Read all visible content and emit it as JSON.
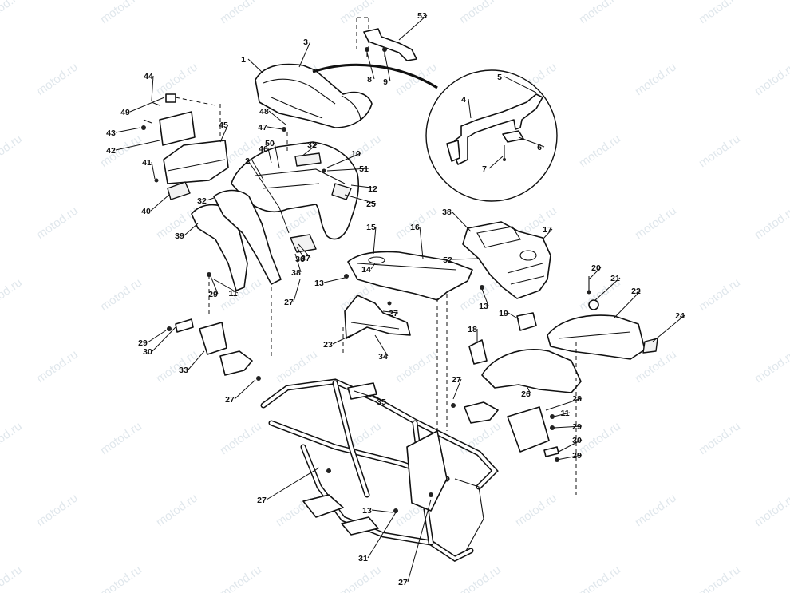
{
  "watermark": "motod.ru",
  "callouts": [
    {
      "n": "1"
    },
    {
      "n": "2"
    },
    {
      "n": "3"
    },
    {
      "n": "4"
    },
    {
      "n": "5"
    },
    {
      "n": "6"
    },
    {
      "n": "7"
    },
    {
      "n": "8"
    },
    {
      "n": "9"
    },
    {
      "n": "10"
    },
    {
      "n": "11"
    },
    {
      "n": "11"
    },
    {
      "n": "12"
    },
    {
      "n": "13"
    },
    {
      "n": "13"
    },
    {
      "n": "13"
    },
    {
      "n": "14"
    },
    {
      "n": "15"
    },
    {
      "n": "16"
    },
    {
      "n": "17"
    },
    {
      "n": "18"
    },
    {
      "n": "19"
    },
    {
      "n": "20"
    },
    {
      "n": "21"
    },
    {
      "n": "22"
    },
    {
      "n": "23"
    },
    {
      "n": "24"
    },
    {
      "n": "25"
    },
    {
      "n": "26"
    },
    {
      "n": "27"
    },
    {
      "n": "27"
    },
    {
      "n": "27"
    },
    {
      "n": "27"
    },
    {
      "n": "27"
    },
    {
      "n": "27"
    },
    {
      "n": "28"
    },
    {
      "n": "29"
    },
    {
      "n": "29"
    },
    {
      "n": "29"
    },
    {
      "n": "29"
    },
    {
      "n": "30"
    },
    {
      "n": "30"
    },
    {
      "n": "31"
    },
    {
      "n": "32"
    },
    {
      "n": "32"
    },
    {
      "n": "33"
    },
    {
      "n": "34"
    },
    {
      "n": "35"
    },
    {
      "n": "36"
    },
    {
      "n": "37"
    },
    {
      "n": "38"
    },
    {
      "n": "38"
    },
    {
      "n": "39"
    },
    {
      "n": "40"
    },
    {
      "n": "41"
    },
    {
      "n": "42"
    },
    {
      "n": "43"
    },
    {
      "n": "44"
    },
    {
      "n": "45"
    },
    {
      "n": "46"
    },
    {
      "n": "47"
    },
    {
      "n": "48"
    },
    {
      "n": "49"
    },
    {
      "n": "50"
    },
    {
      "n": "51"
    },
    {
      "n": "52"
    },
    {
      "n": "53"
    }
  ]
}
